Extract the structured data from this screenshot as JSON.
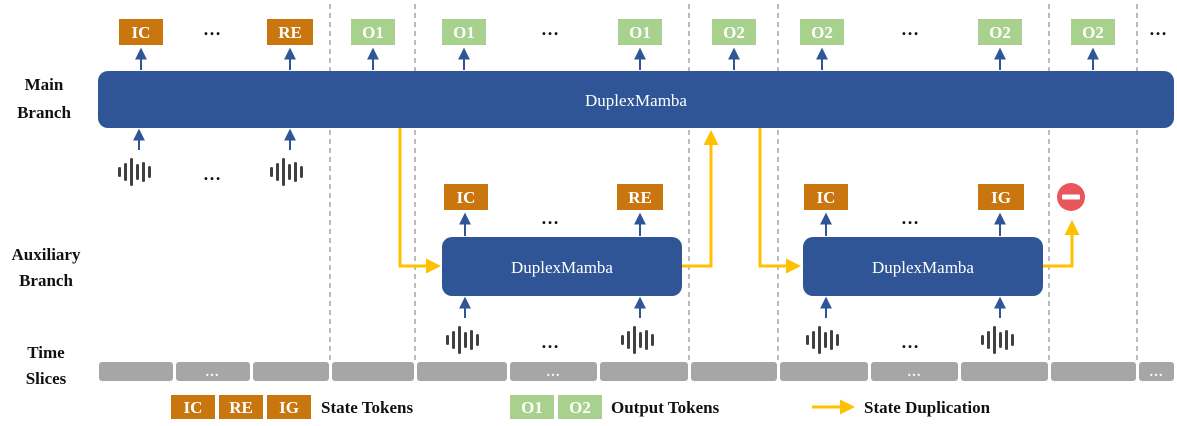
{
  "labels": {
    "main_line1": "Main",
    "main_line2": "Branch",
    "aux_line1": "Auxiliary",
    "aux_line2": "Branch",
    "time_line1": "Time",
    "time_line2": "Slices"
  },
  "blocks": {
    "main": "DuplexMamba",
    "aux1": "DuplexMamba",
    "aux2": "DuplexMamba"
  },
  "top_tokens": {
    "t1": "IC",
    "t2": "RE",
    "t3": "O1",
    "t4": "O1",
    "t5": "O1",
    "t6": "O2",
    "t7": "O2",
    "t8": "O2",
    "t9": "O2"
  },
  "aux1_tokens": {
    "a": "IC",
    "b": "RE"
  },
  "aux2_tokens": {
    "a": "IC",
    "b": "IG"
  },
  "ellipsis": "…",
  "legend": {
    "state_tokens": [
      "IC",
      "RE",
      "IG"
    ],
    "state_label": "State Tokens",
    "output_tokens": [
      "O1",
      "O2"
    ],
    "output_label": "Output Tokens",
    "duplication_label": "State Duplication"
  },
  "colors": {
    "block": "#2f5597",
    "state_token": "#c9760e",
    "output_token": "#a9d18e",
    "arrow_blue": "#2f5597",
    "arrow_orange": "#ffc000",
    "stop": "#ea5559",
    "slice": "#a6a6a6",
    "divider": "#a6a6a6"
  }
}
